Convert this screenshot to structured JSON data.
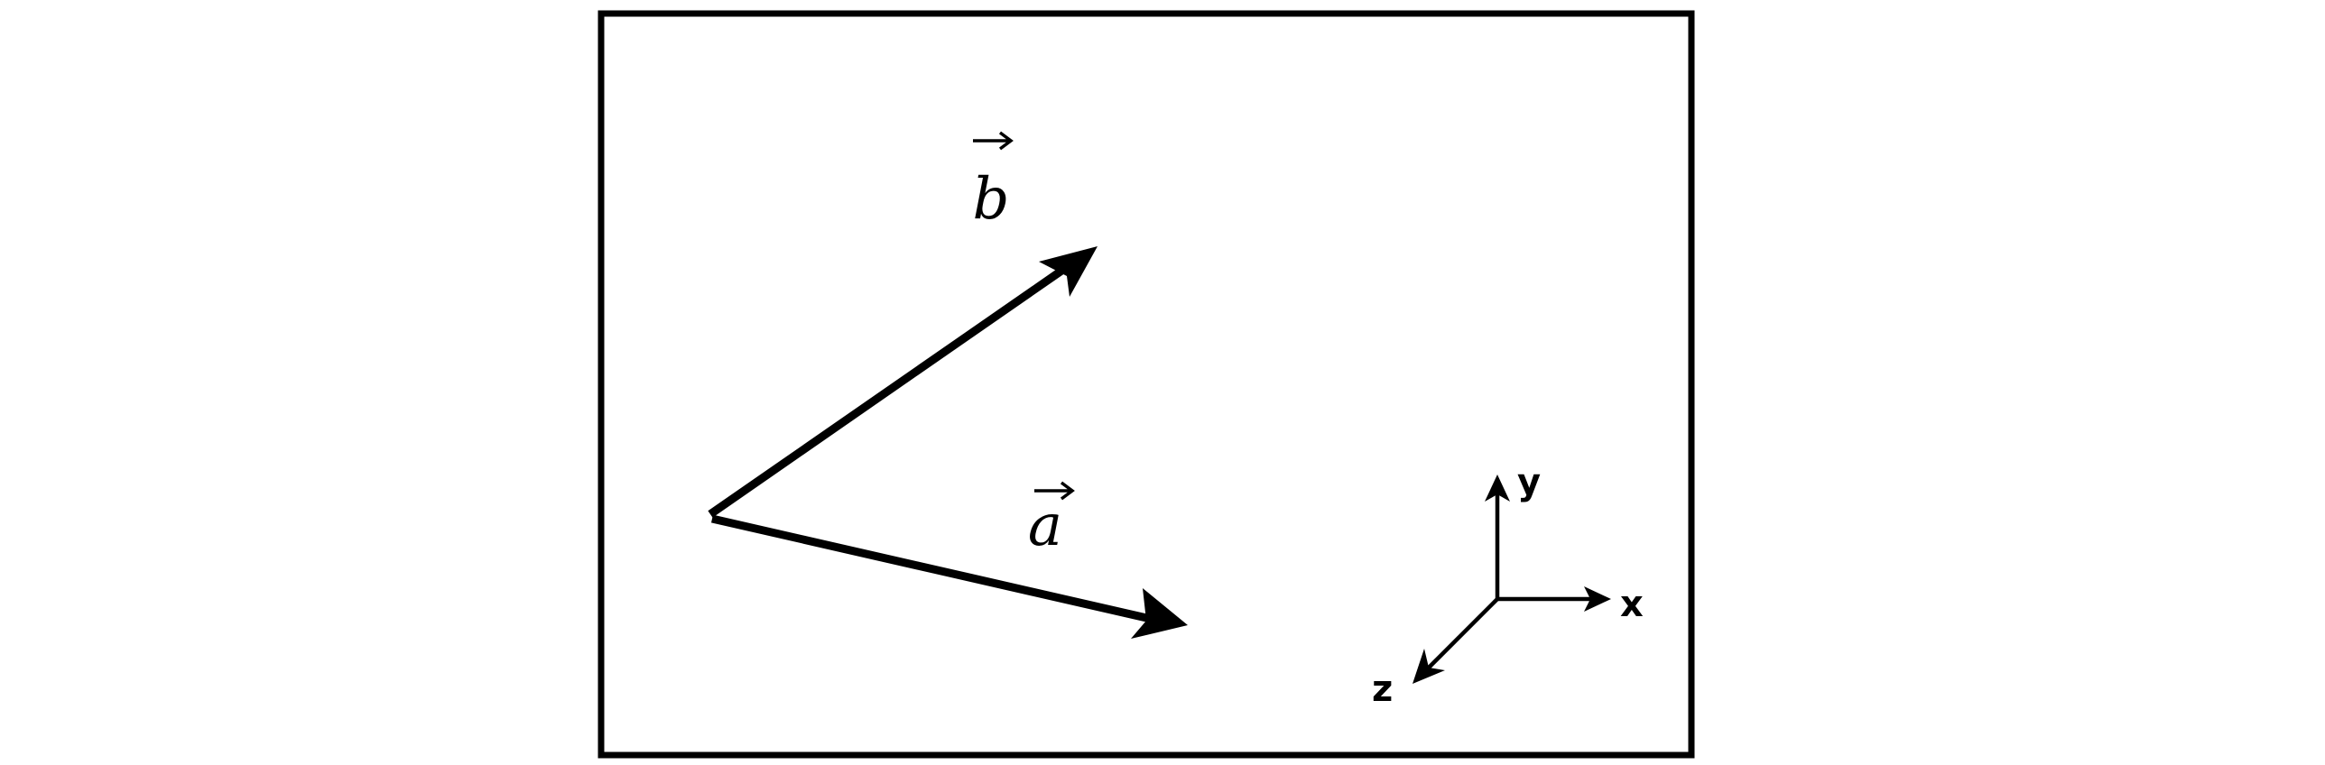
{
  "vectors": {
    "a": {
      "label": "a"
    },
    "b": {
      "label": "b"
    }
  },
  "axes": {
    "x_label": "x",
    "y_label": "y",
    "z_label": "z"
  }
}
